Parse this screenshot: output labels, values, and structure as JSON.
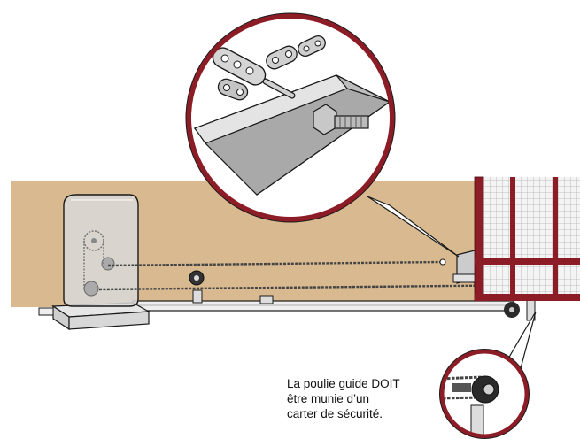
{
  "caption": {
    "line1": "La poulie guide DOIT",
    "line2": "être munie d’un",
    "line3": "carter de sécurité."
  },
  "colors": {
    "wall": "#d8b990",
    "callout_ring": "#8c1c26",
    "gate_frame": "#8c1c26",
    "motor_body": "#d9d9d9",
    "metal": "#c9c9c9",
    "chain": "#444444",
    "outline": "#1a1a1a"
  },
  "icons": {
    "motor": "motor-unit-icon",
    "chain": "chain-icon",
    "pulley": "guide-pulley-icon",
    "bolt": "bolt-icon",
    "master_link": "master-link-icon",
    "gate": "gate-icon"
  }
}
